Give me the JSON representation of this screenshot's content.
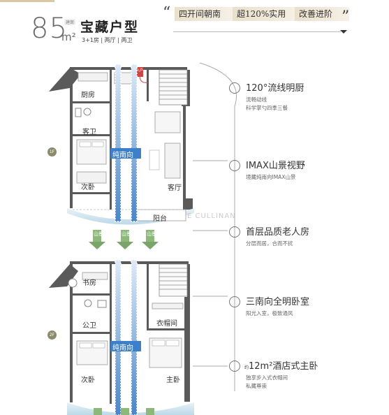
{
  "header": {
    "area_number": "85",
    "area_unit": "m²",
    "area_tag": "建面",
    "type_title": "宝藏户型",
    "rooms_info": "3+1房 | 两厅 | 两卫",
    "quote_left": "“",
    "quote_right": "”",
    "selling_points": [
      "四开间朝南",
      "超120%实用",
      "改善进阶"
    ]
  },
  "floor1": {
    "floor_label": "1F",
    "rooms": {
      "kitchen": "厨房",
      "guest_bath": "客卫",
      "second_bedroom": "次卧",
      "living_room": "客厅",
      "balcony": "阳台",
      "south_label": "纯南向",
      "entrance": "入户"
    }
  },
  "floor2": {
    "floor_label": "2F",
    "rooms": {
      "study": "书房",
      "public_bath": "公卫",
      "cloakroom": "衣帽间",
      "second_bedroom": "次卧",
      "master_bedroom": "主卧",
      "south_label": "纯南向"
    }
  },
  "mountain_tag": "山景",
  "watermark": "E CULLINAN",
  "features": [
    {
      "title": "120°流线明厨",
      "sub1": "流畅动线",
      "sub2": "科学掌勺四季三餐",
      "icon": "pot-icon"
    },
    {
      "title": "IMAX山景视野",
      "sub1": "境藏纯南向IMAX山景",
      "sub2": "",
      "icon": "mountain-icon"
    },
    {
      "title": "首层品质老人房",
      "sub1": "分层而居，合而不扰",
      "sub2": "",
      "icon": "chat-icon"
    },
    {
      "title": "三南向全明卧室",
      "sub1": "阳光入室，极致通风",
      "sub2": "",
      "icon": "diamond-icon"
    },
    {
      "title_prefix": "约",
      "title": "12m²酒店式主卧",
      "sub1": "独享步入式衣帽间",
      "sub2": "私藏尊崇",
      "icon": "bed-icon"
    }
  ],
  "colors": {
    "accent_gold": "#d9c9a3",
    "arrow_blue": "#3d7fc8",
    "arrow_green": "#7aa56a",
    "wall": "#555555"
  }
}
